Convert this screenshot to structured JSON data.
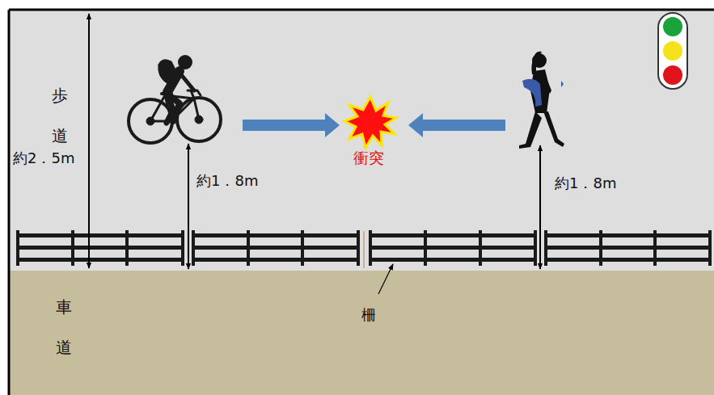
{
  "diagram": {
    "nodes": [
      {
        "text": [
          "歩 道"
        ]
      },
      {
        "text": [
          "車 道"
        ]
      }
    ],
    "labels": [
      "約2．5m",
      "約1．8m",
      "約1．8m",
      "衝突",
      "柵"
    ]
  }
}
